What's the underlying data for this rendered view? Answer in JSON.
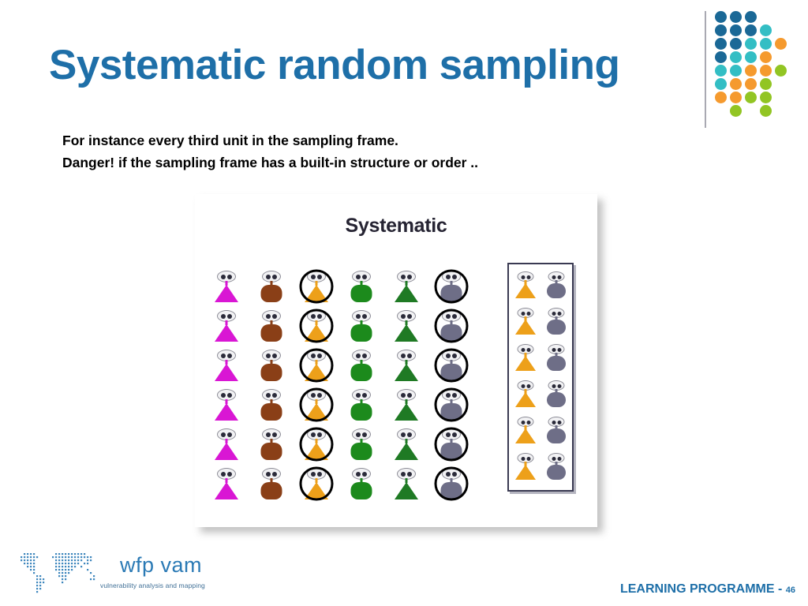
{
  "slide": {
    "title": "Systematic random sampling",
    "body_lines": [
      "For instance every third unit in the sampling frame.",
      "Danger! if the sampling frame has a built-in structure or order .."
    ],
    "title_color": "#1E6FA8"
  },
  "illustration": {
    "caption": "Systematic",
    "caption_color": "#262433",
    "columns": [
      {
        "index": 1,
        "color": "#d916d4",
        "shape": "triangle",
        "selected": false
      },
      {
        "index": 2,
        "color": "#8a3f17",
        "shape": "round",
        "selected": false
      },
      {
        "index": 3,
        "color": "#eda01a",
        "shape": "triangle",
        "selected": true
      },
      {
        "index": 4,
        "color": "#1c8a1c",
        "shape": "round",
        "selected": false
      },
      {
        "index": 5,
        "color": "#1f7a24",
        "shape": "triangle",
        "selected": false
      },
      {
        "index": 6,
        "color": "#6e6e87",
        "shape": "round",
        "selected": true
      }
    ],
    "rows": 6,
    "selection_rule": "every third unit"
  },
  "sample_box": {
    "border_color": "#3a3a52",
    "rows": 6,
    "columns": [
      {
        "index": 1,
        "color": "#eda01a",
        "shape": "triangle"
      },
      {
        "index": 2,
        "color": "#6e6e87",
        "shape": "round"
      }
    ]
  },
  "dot_logo": {
    "colors": {
      "dark_blue": "#1A6896",
      "teal": "#33BEC4",
      "orange": "#F59A2E",
      "green": "#92C523"
    },
    "dots": [
      {
        "row": 0,
        "col": 0,
        "color": "#1A6896"
      },
      {
        "row": 0,
        "col": 1,
        "color": "#1A6896"
      },
      {
        "row": 0,
        "col": 2,
        "color": "#1A6896"
      },
      {
        "row": 1,
        "col": 0,
        "color": "#1A6896"
      },
      {
        "row": 1,
        "col": 1,
        "color": "#1A6896"
      },
      {
        "row": 1,
        "col": 2,
        "color": "#1A6896"
      },
      {
        "row": 1,
        "col": 3,
        "color": "#33BEC4"
      },
      {
        "row": 2,
        "col": 0,
        "color": "#1A6896"
      },
      {
        "row": 2,
        "col": 1,
        "color": "#1A6896"
      },
      {
        "row": 2,
        "col": 2,
        "color": "#33BEC4"
      },
      {
        "row": 2,
        "col": 3,
        "color": "#33BEC4"
      },
      {
        "row": 2,
        "col": 4,
        "color": "#F59A2E"
      },
      {
        "row": 3,
        "col": 0,
        "color": "#1A6896"
      },
      {
        "row": 3,
        "col": 1,
        "color": "#33BEC4"
      },
      {
        "row": 3,
        "col": 2,
        "color": "#33BEC4"
      },
      {
        "row": 3,
        "col": 3,
        "color": "#F59A2E"
      },
      {
        "row": 4,
        "col": 0,
        "color": "#33BEC4"
      },
      {
        "row": 4,
        "col": 1,
        "color": "#33BEC4"
      },
      {
        "row": 4,
        "col": 2,
        "color": "#F59A2E"
      },
      {
        "row": 4,
        "col": 3,
        "color": "#F59A2E"
      },
      {
        "row": 4,
        "col": 4,
        "color": "#92C523"
      },
      {
        "row": 5,
        "col": 0,
        "color": "#33BEC4"
      },
      {
        "row": 5,
        "col": 1,
        "color": "#F59A2E"
      },
      {
        "row": 5,
        "col": 2,
        "color": "#F59A2E"
      },
      {
        "row": 5,
        "col": 3,
        "color": "#92C523"
      },
      {
        "row": 6,
        "col": 0,
        "color": "#F59A2E"
      },
      {
        "row": 6,
        "col": 1,
        "color": "#F59A2E"
      },
      {
        "row": 6,
        "col": 2,
        "color": "#92C523"
      },
      {
        "row": 6,
        "col": 3,
        "color": "#92C523"
      },
      {
        "row": 7,
        "col": 1,
        "color": "#92C523"
      },
      {
        "row": 7,
        "col": 3,
        "color": "#92C523"
      }
    ]
  },
  "wfp_logo": {
    "name": "wfp vam",
    "tagline": "vulnerability analysis and mapping",
    "color": "#2b7ab5"
  },
  "footer": {
    "label": "LEARNING PROGRAMME - ",
    "slide_number": "46",
    "color": "#1E6FA8"
  }
}
